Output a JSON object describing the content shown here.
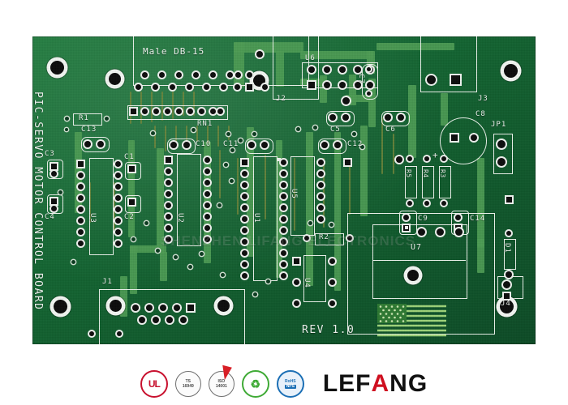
{
  "product": {
    "board_title": "PIC-SERVO MOTOR CONTROL BOARD",
    "revision": "REV 1.0",
    "connector_label": "Male DB-15",
    "watermark": "SHENZHEN LIFANG ELECTRONICS"
  },
  "silkscreen": {
    "ics": [
      {
        "ref": "U1"
      },
      {
        "ref": "U2"
      },
      {
        "ref": "U3"
      },
      {
        "ref": "U4"
      },
      {
        "ref": "U5"
      },
      {
        "ref": "U6"
      },
      {
        "ref": "U7"
      }
    ],
    "capacitors": [
      {
        "ref": "C1"
      },
      {
        "ref": "C2"
      },
      {
        "ref": "C3"
      },
      {
        "ref": "C4"
      },
      {
        "ref": "C5"
      },
      {
        "ref": "C6"
      },
      {
        "ref": "C7"
      },
      {
        "ref": "C8"
      },
      {
        "ref": "C9"
      },
      {
        "ref": "C10"
      },
      {
        "ref": "C11"
      },
      {
        "ref": "C12"
      },
      {
        "ref": "C13"
      },
      {
        "ref": "C14"
      }
    ],
    "resistors": [
      {
        "ref": "R1"
      },
      {
        "ref": "R2"
      },
      {
        "ref": "R3"
      },
      {
        "ref": "R4"
      },
      {
        "ref": "R5"
      }
    ],
    "resistor_networks": [
      {
        "ref": "RN1"
      }
    ],
    "diodes": [
      {
        "ref": "D1"
      }
    ],
    "connectors": [
      {
        "ref": "J1"
      },
      {
        "ref": "J2"
      },
      {
        "ref": "J3"
      },
      {
        "ref": "J4"
      }
    ],
    "jumpers": [
      {
        "ref": "JP1"
      }
    ],
    "polarity_mark": "+"
  },
  "certifications": [
    {
      "name": "ul-mark",
      "line1": "UL",
      "line2": "",
      "color": "#c8102e"
    },
    {
      "name": "ts-16949-mark",
      "line1": "TS",
      "line2": "16949",
      "color": "#6d6d6d"
    },
    {
      "name": "iso-14001-mark",
      "line1": "ISO",
      "line2": "14001",
      "color": "#6d6d6d"
    },
    {
      "name": "green-environment-mark",
      "line1": "♻",
      "line2": "",
      "color": "#3faa35"
    },
    {
      "name": "rohs-mark",
      "line1": "RoHS",
      "line2": "NPS",
      "color": "#1b6fb5"
    }
  ],
  "brand": {
    "prefix": "LEF",
    "accent": "A",
    "suffix": "NG",
    "accent_color": "#cf1020"
  },
  "colors": {
    "soldermask_green": "#166b35",
    "silkscreen_white": "#eef3ee",
    "copper_trace": "#4e9c55",
    "pad_black": "#0e0e0e",
    "background": "#ffffff"
  }
}
